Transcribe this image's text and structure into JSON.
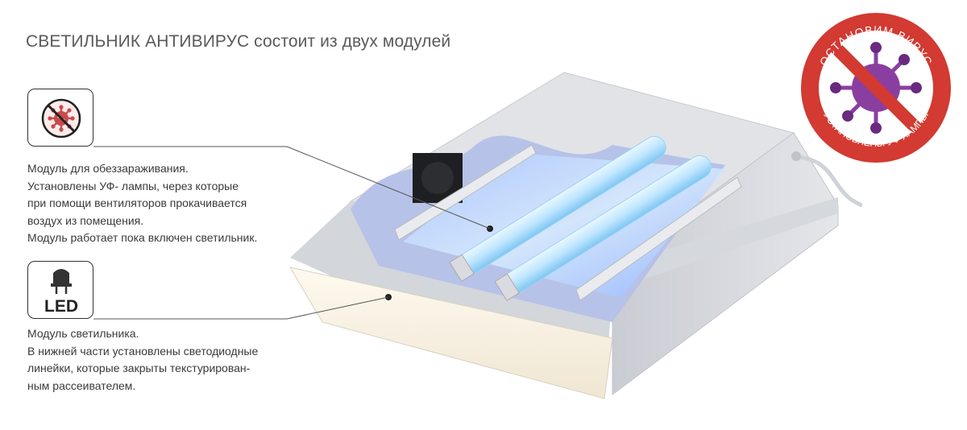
{
  "title": "СВЕТИЛЬНИК АНТИВИРУС состоит из двух модулей",
  "modules": [
    {
      "icon": "no-virus-icon",
      "lines": [
        "Модуль для обеззараживания.",
        "Установлены УФ- лампы, через которые",
        "при помощи вентиляторов прокачивается",
        "воздух из помещения.",
        "Модуль работает пока включен светильник."
      ]
    },
    {
      "icon": "led-icon",
      "icon_label": "LED",
      "lines": [
        "Модуль светильника.",
        "В нижней части установлены светодиодные",
        "линейки, которые закрыты текстурирован-",
        "ным рассеивателем."
      ]
    }
  ],
  "stamp": {
    "top_text": "ОСТАНОВИМ ВИРУС",
    "bottom_text": "УСТАНОВЛЕНЫ УФ-ЛАМПЫ",
    "ring_color": "#d23a32",
    "virus_color": "#8a3fa0"
  }
}
